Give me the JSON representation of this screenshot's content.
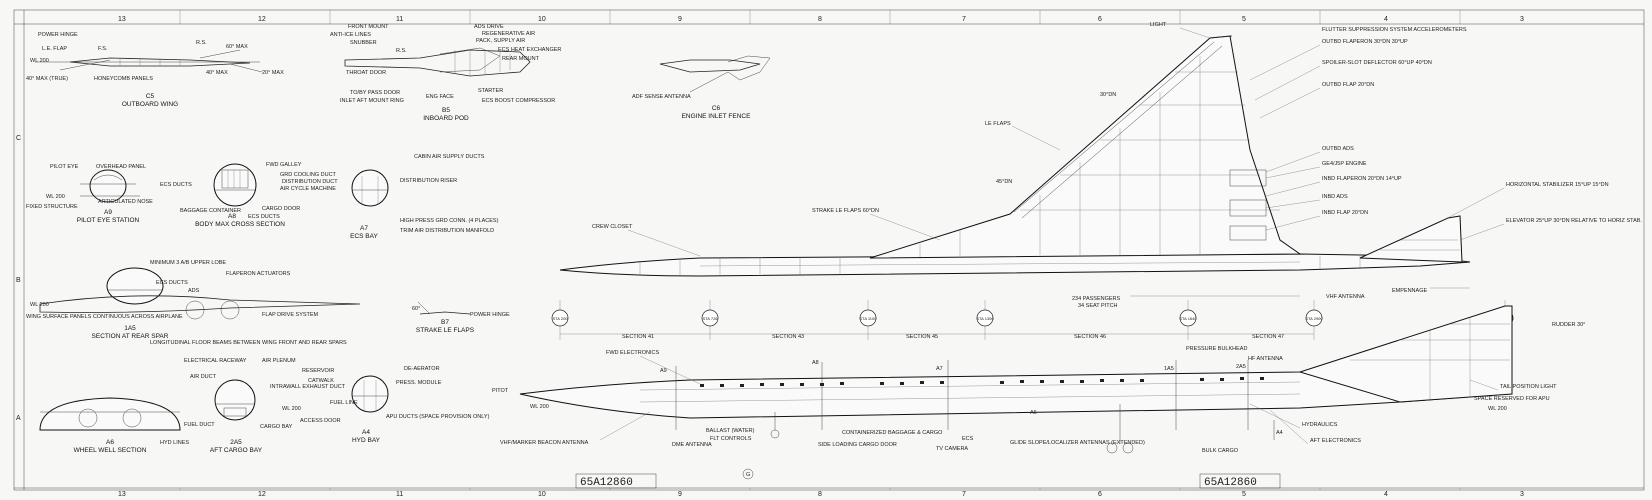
{
  "sheet": {
    "zones_top": [
      "13",
      "12",
      "11",
      "10",
      "9",
      "8",
      "7",
      "6",
      "5",
      "4",
      "3"
    ],
    "zones_bottom": [
      "13",
      "12",
      "11",
      "10",
      "9",
      "8",
      "7",
      "6",
      "5",
      "4",
      "3"
    ],
    "rows": [
      "C",
      "B",
      "A"
    ],
    "drawing_number": "65A12860",
    "sheet_mark": "G"
  },
  "views": {
    "c5": {
      "title": "C5",
      "subtitle": "OUTBOARD WING",
      "labels": [
        "POWER HINGE",
        "L.E. FLAP",
        "F.S.",
        "R.S.",
        "60° MAX",
        "WL 200",
        "40° MAX",
        "20° MAX",
        "40° MAX (TRUE)",
        "HONEYCOMB PANELS"
      ]
    },
    "b5": {
      "title": "B5",
      "subtitle": "INBOARD POD",
      "labels": [
        "FRONT MOUNT",
        "ANTI-ICE LINES",
        "SNUBBER",
        "THROAT DOOR",
        "TO/BY PASS DOOR",
        "INLET AFT MOUNT RING",
        "R.S.",
        "ENG FACE",
        "ADS DRIVE",
        "REGENERATIVE AIR",
        "PACK, SUPPLY AIR",
        "ECS HEAT EXCHANGER",
        "REAR MOUNT",
        "STARTER",
        "ECS BOOST COMPRESSOR"
      ]
    },
    "c6": {
      "title": "C6",
      "subtitle": "ENGINE INLET FENCE",
      "labels": [
        "ADF SENSE ANTENNA"
      ]
    },
    "a9": {
      "title": "A9",
      "subtitle": "PILOT EYE STATION",
      "labels": [
        "PILOT EYE",
        "OVERHEAD PANEL",
        "WL 200",
        "FIXED STRUCTURE",
        "ARTICULATED NOSE"
      ]
    },
    "a8": {
      "title": "A8",
      "subtitle": "BODY MAX CROSS SECTION",
      "labels": [
        "FWD GALLEY",
        "ECS DUCTS",
        "GRD COOLING DUCT",
        "DISTRIBUTION DUCT",
        "AIR CYCLE MACHINE",
        "CARGO DOOR",
        "BAGGAGE CONTAINER",
        "ECS DUCTS"
      ]
    },
    "a7": {
      "title": "A7",
      "subtitle": "ECS BAY",
      "labels": [
        "CABIN AIR SUPPLY DUCTS",
        "DISTRIBUTION RISER",
        "HIGH PRESS GRD CONN. (4 PLACES)",
        "TRIM AIR DISTRIBUTION MANIFOLD"
      ]
    },
    "1a5": {
      "title": "1A5",
      "subtitle": "SECTION AT REAR SPAR",
      "labels": [
        "MINIMUM 3 A/B UPPER LOBE",
        "ECS DUCTS",
        "ADS",
        "FLAPERON ACTUATORS",
        "WL 200",
        "WING SURFACE PANELS CONTINUOUS ACROSS AIRPLANE",
        "FLAP DRIVE SYSTEM",
        "LONGITUDINAL FLOOR BEAMS BETWEEN WING FRONT AND REAR SPARS"
      ]
    },
    "b7": {
      "title": "B7",
      "subtitle": "STRAKE LE FLAPS",
      "labels": [
        "60°",
        "POWER HINGE"
      ]
    },
    "a6": {
      "title": "A6",
      "subtitle": "WHEEL WELL SECTION",
      "labels": [
        "HYD LINES"
      ]
    },
    "2a5": {
      "title": "2A5",
      "subtitle": "AFT CARGO BAY",
      "labels": [
        "ELECTRICAL RACEWAY",
        "AIR DUCT",
        "AIR PLENUM",
        "INTRAWALL EXHAUST DUCT",
        "WL 200",
        "CARGO BAY",
        "FUEL DUCT"
      ]
    },
    "a4": {
      "title": "A4",
      "subtitle": "HYD BAY",
      "labels": [
        "RESERVOIR",
        "CATWALK",
        "DE-AERATOR",
        "PRESS. MODULE",
        "FUEL LINE",
        "ACCESS DOOR",
        "APU DUCTS (SPACE PROVISION ONLY)"
      ]
    }
  },
  "plan_view": {
    "labels": [
      "LIGHT",
      "FLUTTER SUPPRESSION SYSTEM  ACCELEROMETERS",
      "OUTBD FLAPERON 30°DN 30°UP",
      "SPOILER-SLOT DEFLECTOR 60°UP 40°DN",
      "OUTBD FLAP 20°DN",
      "30°DN",
      "OUTBD ADS",
      "GE4/J5P ENGINE",
      "INBD FLAPERON 20°DN 14°UP",
      "INBD ADS",
      "INBD FLAP 20°DN",
      "LE FLAPS",
      "45°DN",
      "STRAKE LE FLAPS 60°DN",
      "CREW CLOSET",
      "HORIZONTAL STABILIZER 15°UP 15°DN",
      "ELEVATOR 25°UP 30°DN RELATIVE TO HORIZ STAB.",
      "234 PASSENGERS",
      "34 SEAT PITCH",
      "EMPENNAGE",
      "VHF ANTENNA",
      "RUDDER 30°"
    ]
  },
  "stations": [
    "STA 200",
    "STA 726",
    "STA 1100",
    "STA 1306",
    "STA 1640",
    "STA 2900",
    "STA 2580"
  ],
  "sections": [
    "SECTION 41",
    "SECTION 43",
    "SECTION 45",
    "SECTION 46",
    "SECTION 47"
  ],
  "side_view": {
    "labels": [
      "FWD ELECTRONICS",
      "PITOT",
      "WL 200",
      "VHF/MARKER BEACON ANTENNA",
      "DME ANTENNA",
      "FLT CONTROLS",
      "BALLAST (WATER)",
      "CONTAINERIZED BAGGAGE & CARGO",
      "SIDE LOADING CARGO DOOR",
      "TV CAMERA",
      "ECS",
      "GLIDE SLOPE/LOCALIZER ANTENNAS (EXTENDED)",
      "PRESSURE BULKHEAD",
      "HF ANTENNA",
      "BULK CARGO",
      "HYDRAULICS",
      "AFT ELECTRONICS",
      "TAIL POSITION LIGHT",
      "SPACE RESERVED FOR APU",
      "WL 200"
    ],
    "section_marks": [
      "A9",
      "A8",
      "A7",
      "1A5",
      "2A5",
      "A6",
      "A4"
    ]
  }
}
